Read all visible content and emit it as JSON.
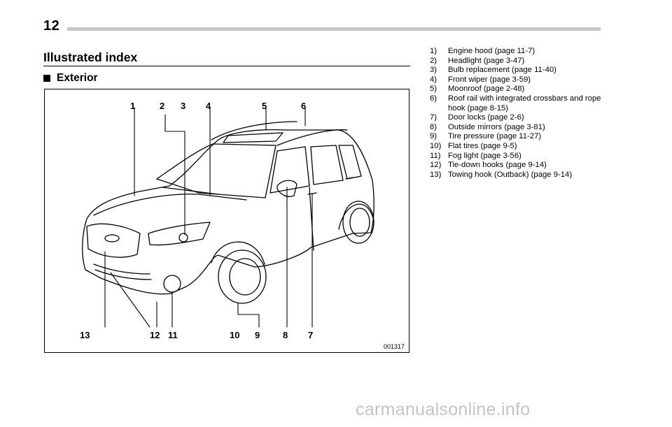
{
  "header": {
    "page_number": "12"
  },
  "section": {
    "title": "Illustrated index",
    "subsection": "Exterior"
  },
  "figure": {
    "code": "001317",
    "callouts_top": [
      "1",
      "2",
      "3",
      "4",
      "5",
      "6"
    ],
    "callouts_bottom": [
      "13",
      "12",
      "11",
      "10",
      "9",
      "8",
      "7"
    ]
  },
  "index_items": [
    {
      "num": "1)",
      "text": "Engine hood (page 11-7)"
    },
    {
      "num": "2)",
      "text": "Headlight (page 3-47)"
    },
    {
      "num": "3)",
      "text": "Bulb replacement (page 11-40)"
    },
    {
      "num": "4)",
      "text": "Front wiper (page 3-59)"
    },
    {
      "num": "5)",
      "text": "Moonroof (page 2-48)"
    },
    {
      "num": "6)",
      "text": "Roof rail with integrated crossbars and rope hook (page 8-15)"
    },
    {
      "num": "7)",
      "text": "Door locks (page 2-6)"
    },
    {
      "num": "8)",
      "text": "Outside mirrors (page 3-81)"
    },
    {
      "num": "9)",
      "text": "Tire pressure (page 11-27)"
    },
    {
      "num": "10)",
      "text": "Flat tires (page 9-5)"
    },
    {
      "num": "11)",
      "text": "Fog light (page 3-56)"
    },
    {
      "num": "12)",
      "text": "Tie-down hooks (page 9-14)"
    },
    {
      "num": "13)",
      "text": "Towing hook (Outback) (page 9-14)"
    }
  ],
  "watermark": "carmanualsonline.info"
}
